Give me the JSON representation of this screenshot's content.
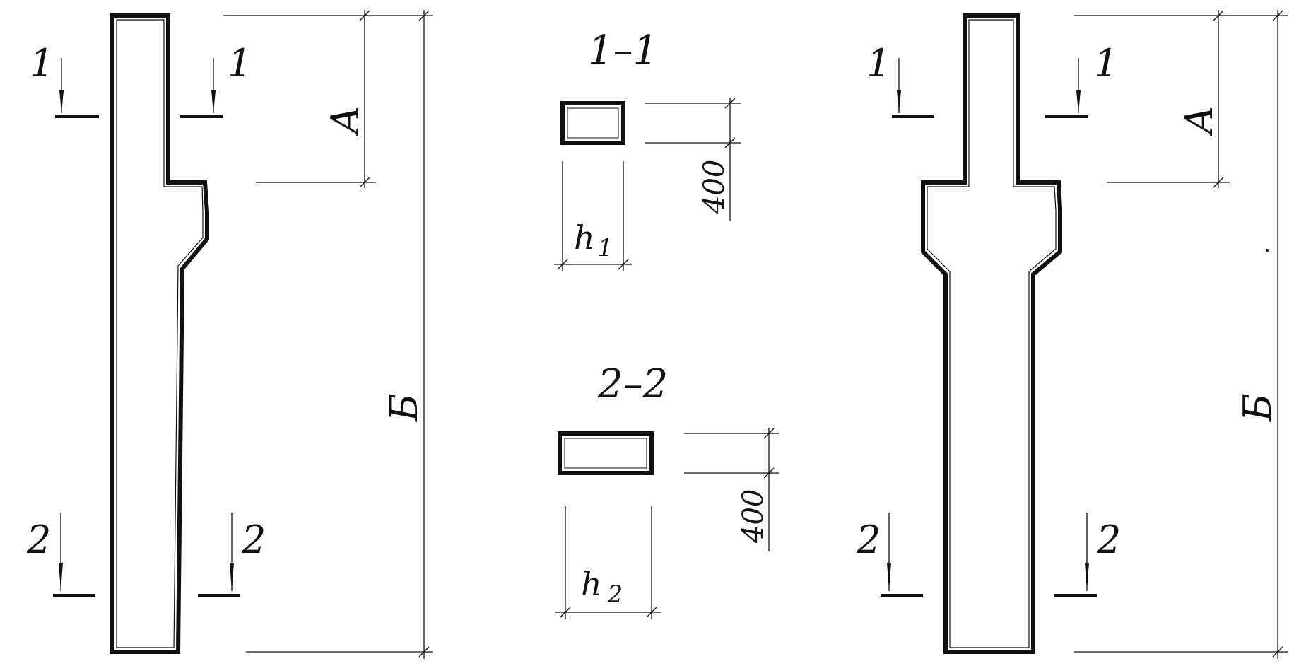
{
  "labels": {
    "section_1": "1",
    "section_2": "2",
    "section_1_title": "1–1",
    "section_2_title": "2–2",
    "dim_a": "А",
    "dim_b": "Б",
    "dim_400": "400",
    "h_letter": "h",
    "h1_sub": "1",
    "h2_sub": "2"
  },
  "colors": {
    "ink": "#111111",
    "paper": "#ffffff"
  }
}
